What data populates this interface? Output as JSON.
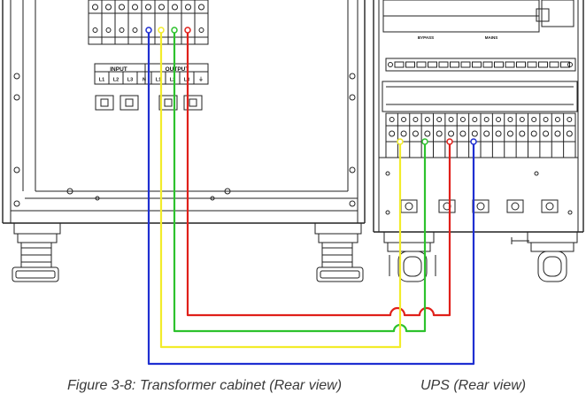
{
  "transformer": {
    "input_label": "INPUT",
    "output_label": "OUTPUT",
    "terminals": [
      "L1",
      "L2",
      "L3",
      "N",
      "L1",
      "L2",
      "L3",
      "⏚"
    ]
  },
  "ups": {
    "bypass_label": "BYPASS",
    "mains_label": "MAINS"
  },
  "wires": [
    {
      "name": "red",
      "color": "#e0201a"
    },
    {
      "name": "green",
      "color": "#2dc22d"
    },
    {
      "name": "yellow",
      "color": "#f2ec2a"
    },
    {
      "name": "blue",
      "color": "#1f2fd1"
    }
  ],
  "captions": {
    "left": "Figure 3-8: Transformer cabinet (Rear view)",
    "right": "UPS (Rear view)"
  }
}
